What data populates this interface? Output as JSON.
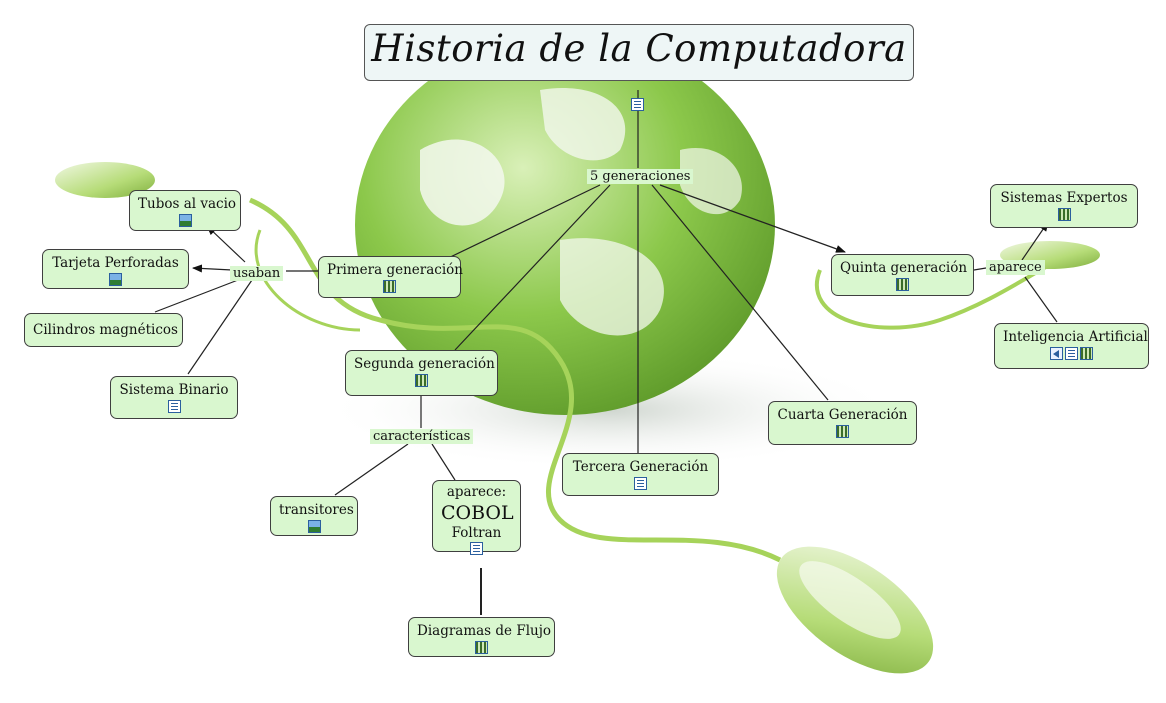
{
  "title": "Historia de la Computadora",
  "phrases": {
    "generaciones": "5 generaciones",
    "usaban": "usaban",
    "caracteristicas": "características",
    "aparece": "aparece"
  },
  "concepts": {
    "tubos": "Tubos al vacio",
    "tarjeta": "Tarjeta Perforadas",
    "cilindros": "Cilindros magnéticos",
    "binario": "Sistema Binario",
    "primera": "Primera generación",
    "segunda": "Segunda generación",
    "tercera": "Tercera Generación",
    "cuarta": "Cuarta Generación",
    "quinta": "Quinta generación",
    "expertos": "Sistemas Expertos",
    "ia": "Inteligencia Artificial",
    "transistores": "transitores",
    "cobol_line1": "aparece:",
    "cobol_line2": "COBOL",
    "cobol_line3": "Foltran",
    "diagramas": "Diagramas de Flujo"
  },
  "icons": {
    "title": [
      "doc"
    ],
    "tubos": [
      "image"
    ],
    "tarjeta": [
      "image"
    ],
    "binario": [
      "doc"
    ],
    "primera": [
      "video"
    ],
    "segunda": [
      "video"
    ],
    "tercera": [
      "doc"
    ],
    "cuarta": [
      "video"
    ],
    "quinta": [
      "video"
    ],
    "expertos": [
      "video"
    ],
    "ia": [
      "audio",
      "doc",
      "video"
    ],
    "transistores": [
      "image"
    ],
    "cobol": [
      "doc"
    ],
    "diagramas": [
      "video"
    ]
  },
  "colors": {
    "node_fill": "#d9f7cf",
    "title_fill": "#eef6f6",
    "globe_green": "#8cc84b",
    "border": "#3f3f3f"
  }
}
